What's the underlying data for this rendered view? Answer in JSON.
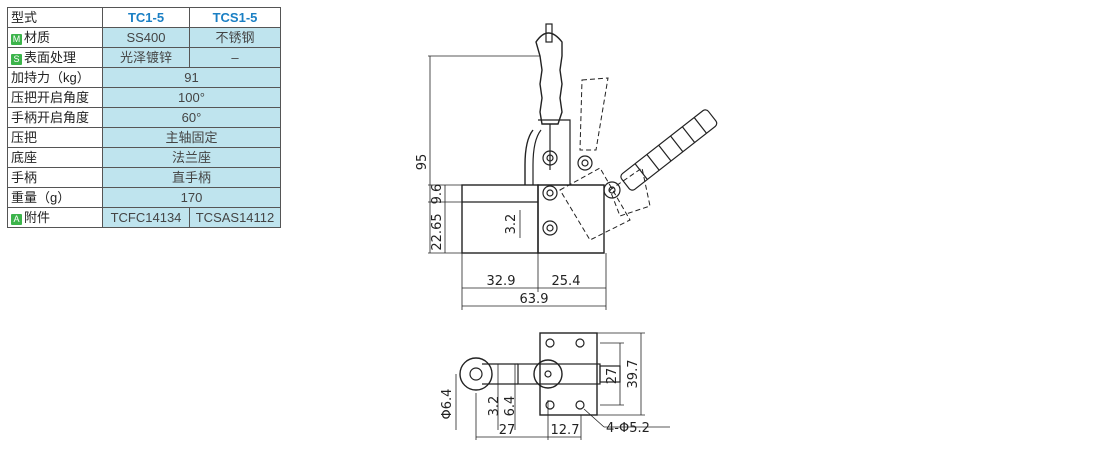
{
  "table": {
    "header": {
      "label": "型式",
      "col1": "TC1-5",
      "col2": "TCS1-5"
    },
    "rows": [
      {
        "badge": "M",
        "label": "材质",
        "col1": "SS400",
        "col2": "不锈钢"
      },
      {
        "badge": "S",
        "label": "表面处理",
        "col1": "光泽镀锌",
        "col2": "–"
      },
      {
        "label": "加持力（kg）",
        "merged": "91"
      },
      {
        "label": "压把开启角度",
        "merged": "100°"
      },
      {
        "label": "手柄开启角度",
        "merged": "60°"
      },
      {
        "label": "压把",
        "merged": "主轴固定"
      },
      {
        "label": "底座",
        "merged": "法兰座"
      },
      {
        "label": "手柄",
        "merged": "直手柄"
      },
      {
        "label": "重量（g）",
        "merged": "170"
      },
      {
        "badge": "A",
        "label": "附件",
        "col1": "TCFC14134",
        "col2": "TCSAS14112"
      }
    ]
  },
  "dimensions": {
    "height_total": "95",
    "dim_9_6": "9.6",
    "dim_22_65": "22.65",
    "dim_3_2_side": "3.2",
    "dim_32_9": "32.9",
    "dim_25_4": "25.4",
    "dim_63_9": "63.9",
    "dim_phi6_4": "Φ6.4",
    "dim_3_2_top": "3.2",
    "dim_6_4": "6.4",
    "dim_27_h": "27",
    "dim_12_7": "12.7",
    "dim_27_v": "27",
    "dim_39_7": "39.7",
    "hole_callout": "4-Φ5.2"
  }
}
